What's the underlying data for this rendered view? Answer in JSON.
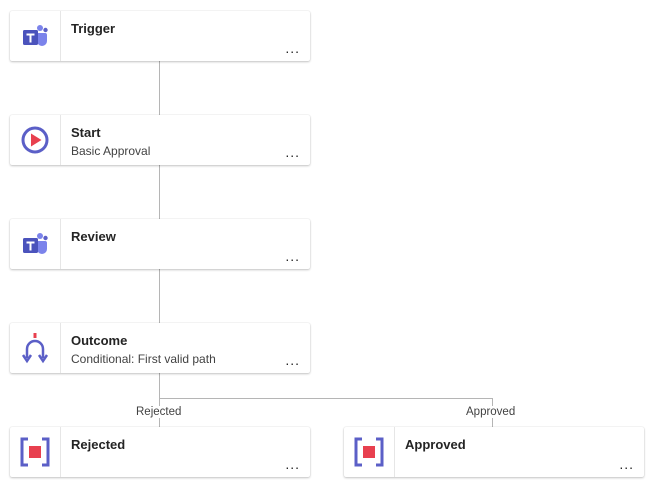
{
  "nodes": {
    "trigger": {
      "title": "Trigger",
      "subtitle": "",
      "more": "..."
    },
    "start": {
      "title": "Start",
      "subtitle": "Basic Approval",
      "more": "..."
    },
    "review": {
      "title": "Review",
      "subtitle": "",
      "more": "..."
    },
    "outcome": {
      "title": "Outcome",
      "subtitle": "Conditional: First valid path",
      "more": "..."
    },
    "rejected": {
      "title": "Rejected",
      "subtitle": "",
      "more": "..."
    },
    "approved": {
      "title": "Approved",
      "subtitle": "",
      "more": "..."
    }
  },
  "branches": {
    "rejected_label": "Rejected",
    "approved_label": "Approved"
  },
  "icons": {
    "trigger": "teams-icon",
    "start": "play-circle-icon",
    "review": "teams-icon",
    "outcome": "conditional-branch-icon",
    "rejected": "stop-node-icon",
    "approved": "stop-node-icon"
  },
  "colors": {
    "teams": "#5b5fc7",
    "accent_red": "#e8404f",
    "connector": "#b5b5b5"
  }
}
